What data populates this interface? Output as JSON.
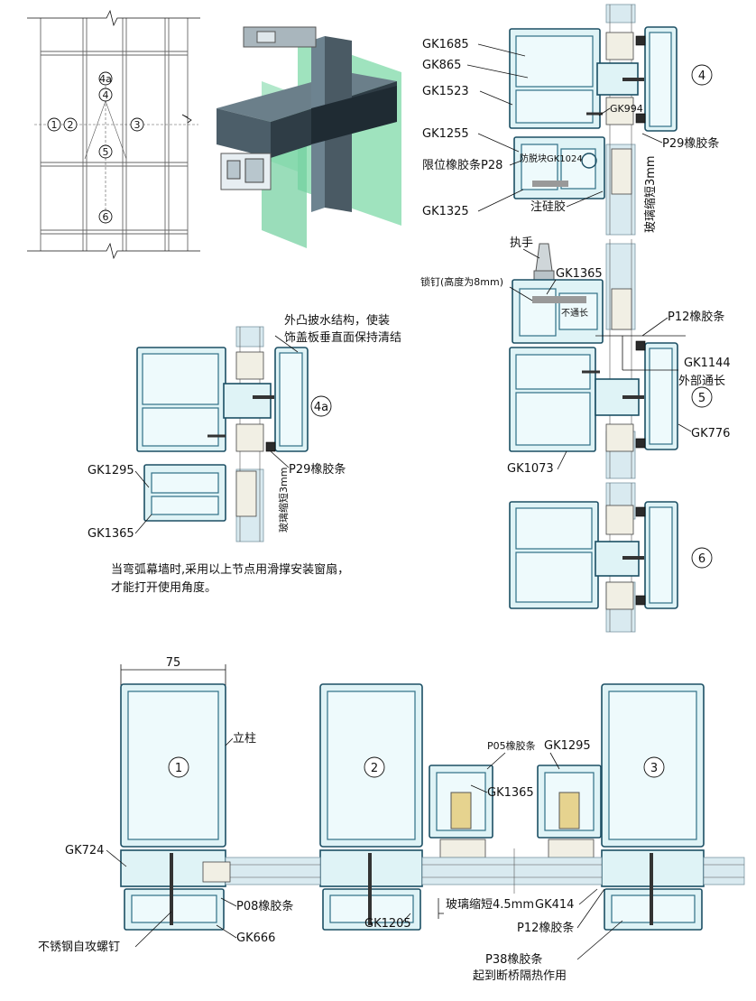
{
  "elevation": {
    "markers": [
      "4a",
      "4",
      "1",
      "2",
      "3",
      "5",
      "6"
    ]
  },
  "section_top_right": {
    "marker": "4",
    "labels": [
      "GK1685",
      "GK865",
      "GK1523",
      "GK994",
      "GK1255",
      "防脱块GK1024",
      "限位橡胶条P28",
      "P29橡胶条",
      "GK1325",
      "注硅胶",
      "玻璃缩短3mm"
    ]
  },
  "section_middle_right": {
    "marker": "5",
    "labels": [
      "执手",
      "GK1365",
      "锁钉(高度为8mm)",
      "不通长",
      "P12橡胶条",
      "GK1144",
      "外部通长",
      "GK776",
      "GK1073"
    ]
  },
  "section_lower_right": {
    "marker": "6"
  },
  "section_4a": {
    "marker": "4a",
    "labels": [
      "外凸披水结构，使装",
      "饰盖板垂直面保持清结",
      "P29橡胶条",
      "GK1295",
      "GK1365",
      "玻璃缩短3mm"
    ]
  },
  "note": {
    "line1": "当弯弧幕墙时,采用以上节点用滑撑安装窗扇，",
    "line2": "才能打开使用角度。"
  },
  "plan_section": {
    "dimension": "75",
    "markers": [
      "1",
      "2",
      "3"
    ],
    "labels": [
      "立柱",
      "P05橡胶条",
      "GK1295",
      "GK1365",
      "GK724",
      "P08橡胶条",
      "GK666",
      "GK1205",
      "玻璃缩短4.5mm",
      "GK414",
      "P12橡胶条",
      "不锈钢自攻螺钉",
      "P38橡胶条",
      "起到断桥隔热作用"
    ]
  }
}
